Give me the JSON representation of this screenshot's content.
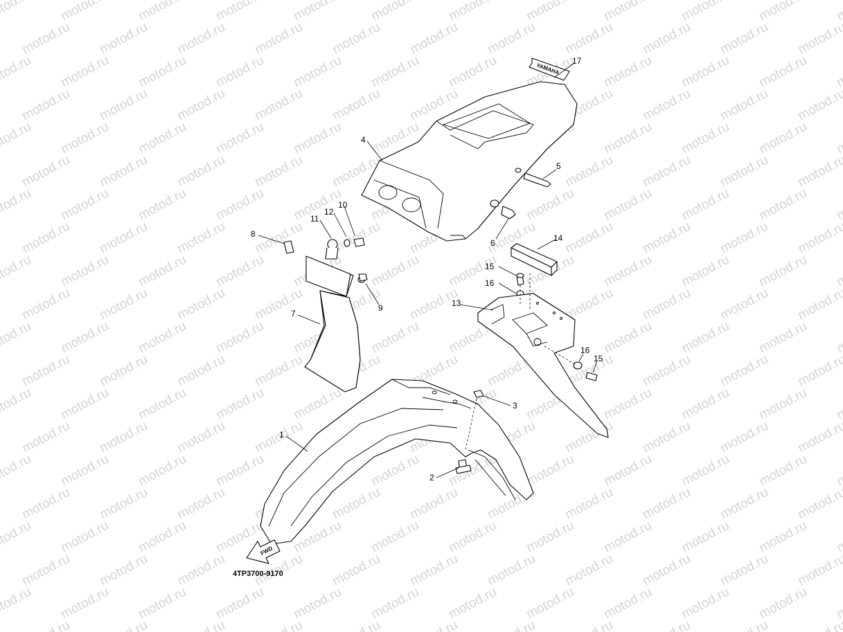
{
  "watermark": "motod.ru",
  "diagram_code": "4TP3700-9170",
  "fwd_label": "FWD",
  "decal_text": "YAMAHA",
  "callouts": [
    "1",
    "2",
    "3",
    "4",
    "5",
    "6",
    "7",
    "8",
    "9",
    "10",
    "11",
    "12",
    "13",
    "14",
    "15",
    "16",
    "16",
    "15",
    "17"
  ]
}
